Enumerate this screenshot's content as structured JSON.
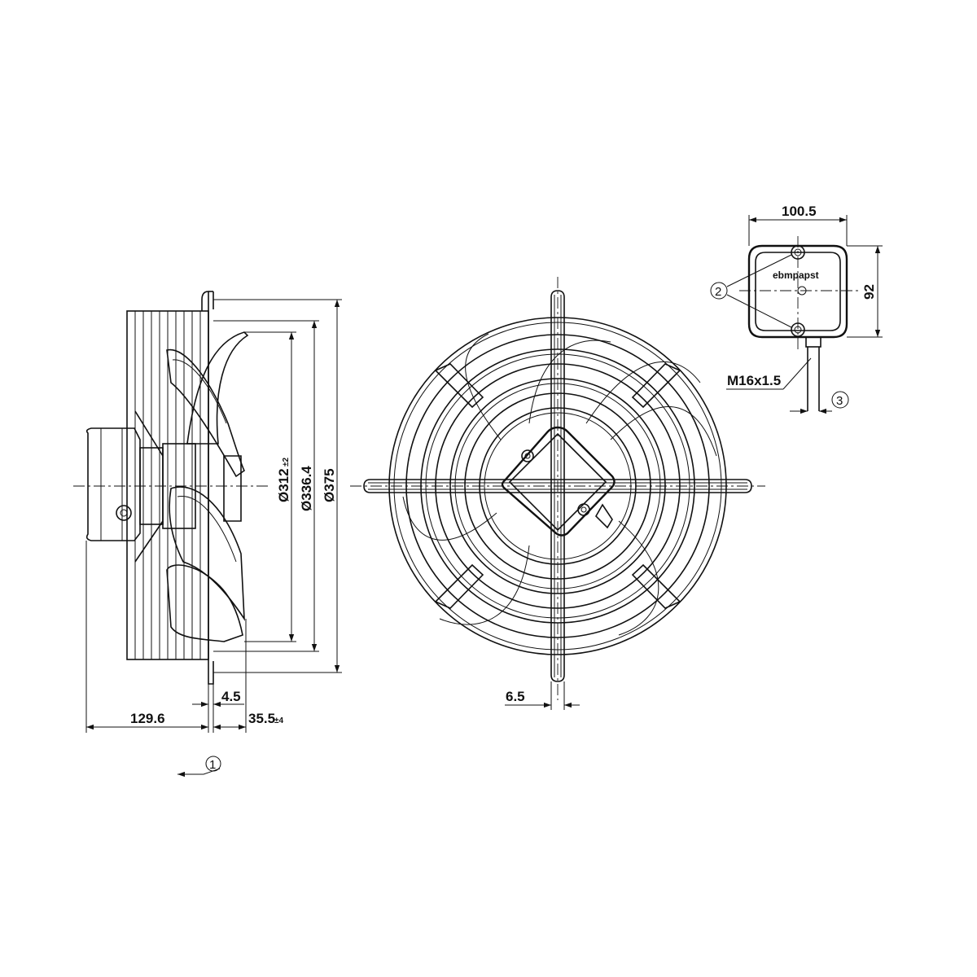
{
  "dimensions": {
    "dia_312": "Ø312",
    "dia_312_tol": "±2",
    "dia_336": "Ø336.4",
    "dia_375": "Ø375",
    "len_129": "129.6",
    "len_4_5": "4.5",
    "len_35_5": "35.5",
    "len_35_5_tol": "±4",
    "grille_6_5": "6.5",
    "box_width": "100.5",
    "box_height": "92",
    "thread": "M16x1.5"
  },
  "callouts": {
    "airflow": "1",
    "screws": "2",
    "cable": "3"
  },
  "brand_logo": "ebmpapst"
}
